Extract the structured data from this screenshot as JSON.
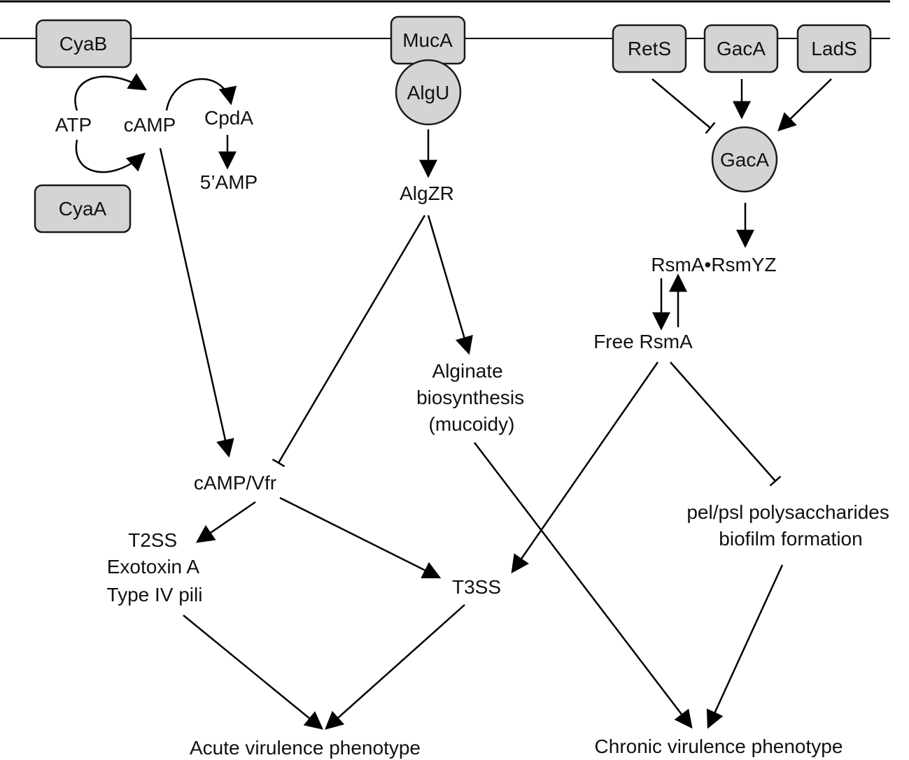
{
  "colors": {
    "node_fill": "#d4d4d4",
    "stroke": "#1a1a1a",
    "text": "#111111",
    "background": "#ffffff"
  },
  "nodes": {
    "cyab": "CyaB",
    "cyaa": "CyaA",
    "muca": "MucA",
    "algu": "AlgU",
    "rets": "RetS",
    "gaca_membrane": "GacA",
    "lads": "LadS",
    "gaca_circle": "GacA"
  },
  "labels": {
    "atp": "ATP",
    "camp": "cAMP",
    "cpda": "CpdA",
    "amp5": "5’AMP",
    "algzr": "AlgZR",
    "rsm_complex": "RsmA•RsmYZ",
    "free_rsma": "Free RsmA",
    "alginate_lines": [
      "Alginate",
      "biosynthesis",
      "(mucoidy)"
    ],
    "camp_vfr": "cAMP/Vfr",
    "t2ss_lines": [
      "T2SS",
      "Exotoxin A",
      "Type IV pili"
    ],
    "t3ss": "T3SS",
    "pel_lines": [
      "pel/psl polysaccharides",
      "biofilm formation"
    ],
    "acute": "Acute virulence phenotype",
    "chronic": "Chronic virulence phenotype"
  },
  "edges": [
    {
      "from": "atp",
      "to": "camp",
      "type": "activation",
      "via": "CyaB"
    },
    {
      "from": "atp",
      "to": "camp",
      "type": "activation",
      "via": "CyaA"
    },
    {
      "from": "camp",
      "to": "cpda",
      "type": "activation"
    },
    {
      "from": "cpda",
      "to": "amp5",
      "type": "activation"
    },
    {
      "from": "algu",
      "to": "algzr",
      "type": "activation"
    },
    {
      "from": "rets",
      "to": "gaca_circle",
      "type": "inhibition"
    },
    {
      "from": "gaca_membrane",
      "to": "gaca_circle",
      "type": "activation"
    },
    {
      "from": "lads",
      "to": "gaca_circle",
      "type": "activation"
    },
    {
      "from": "gaca_circle",
      "to": "rsm_complex",
      "type": "activation"
    },
    {
      "from": "rsm_complex",
      "to": "free_rsma",
      "type": "activation"
    },
    {
      "from": "free_rsma",
      "to": "rsm_complex",
      "type": "activation"
    },
    {
      "from": "camp",
      "to": "camp_vfr",
      "type": "activation"
    },
    {
      "from": "algzr",
      "to": "camp_vfr",
      "type": "inhibition"
    },
    {
      "from": "algzr",
      "to": "alginate",
      "type": "activation"
    },
    {
      "from": "free_rsma",
      "to": "t3ss",
      "type": "activation"
    },
    {
      "from": "free_rsma",
      "to": "pel",
      "type": "inhibition"
    },
    {
      "from": "camp_vfr",
      "to": "t2ss",
      "type": "activation"
    },
    {
      "from": "camp_vfr",
      "to": "t3ss",
      "type": "activation"
    },
    {
      "from": "alginate",
      "to": "chronic",
      "type": "activation"
    },
    {
      "from": "t2ss",
      "to": "acute",
      "type": "activation"
    },
    {
      "from": "t3ss",
      "to": "acute",
      "type": "activation"
    },
    {
      "from": "pel",
      "to": "chronic",
      "type": "activation"
    }
  ]
}
